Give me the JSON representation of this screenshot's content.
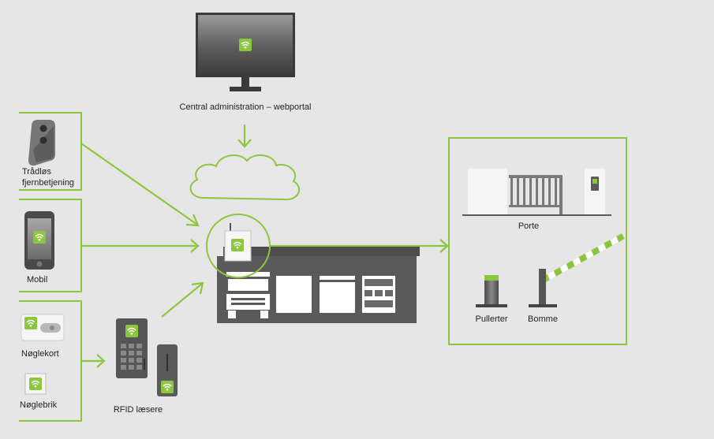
{
  "labels": {
    "central_admin": "Central administration – webportal",
    "wireless_remote": "Trådløs\nfjernbetjening",
    "mobile": "Mobil",
    "keycard": "Nøglekort",
    "keyfob": "Nøglebrik",
    "rfid_readers": "RFID læsere",
    "gates": "Porte",
    "bollards": "Pullerter",
    "barriers": "Bomme"
  },
  "colors": {
    "background": "#e6e6e6",
    "accent_green": "#8cc63f",
    "device_dark": "#5a5a5a",
    "device_mid": "#808080",
    "text": "#222222"
  },
  "icons": {
    "wifi_badge": "wifi-badge-icon",
    "cloud": "cloud-icon",
    "monitor": "monitor-icon",
    "truck": "truck-icon"
  }
}
